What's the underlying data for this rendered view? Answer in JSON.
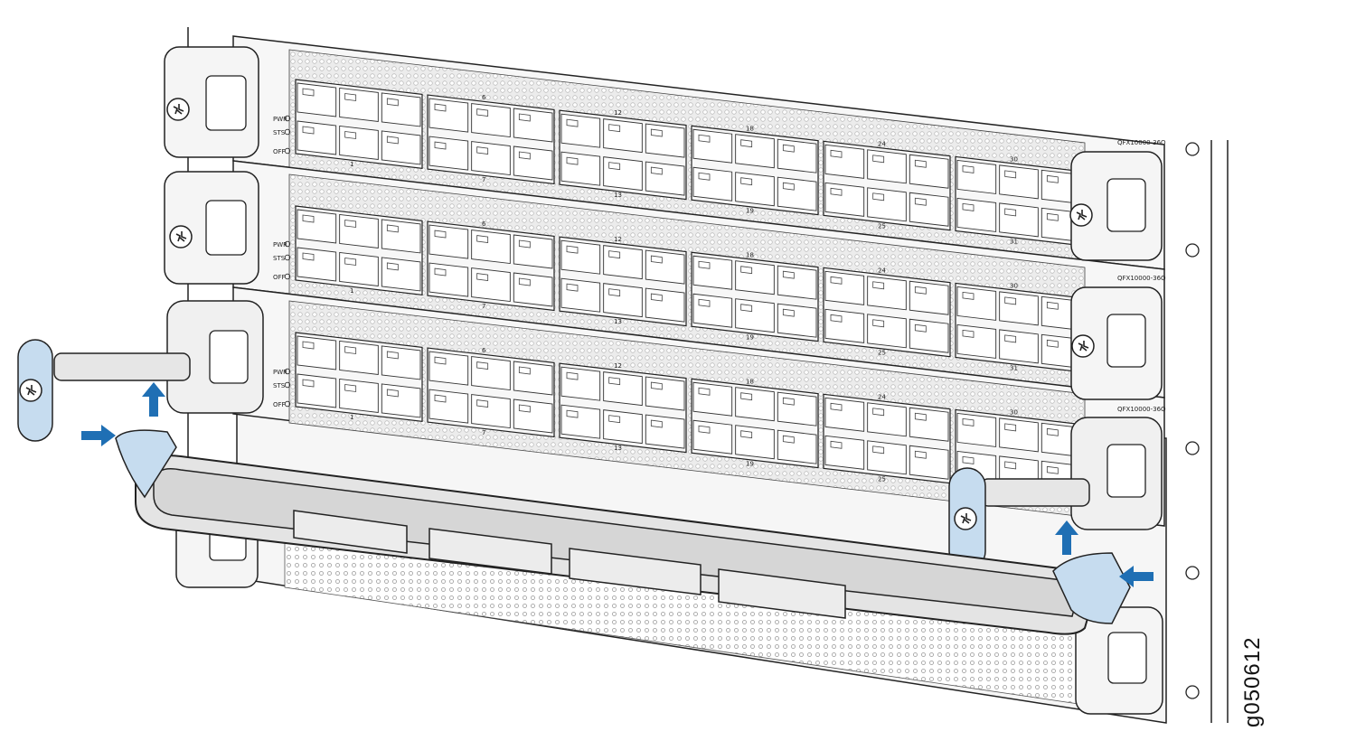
{
  "figure_id": "g050612",
  "modules": [
    {
      "model": "QFX10000-36Q",
      "leds": [
        "PWR",
        "STS",
        "OFF"
      ]
    },
    {
      "model": "QFX10000-36Q",
      "leds": [
        "PWR",
        "STS",
        "OFF"
      ]
    },
    {
      "model": "QFX10000-36Q",
      "leds": [
        "PWR",
        "STS",
        "OFF"
      ]
    }
  ],
  "port_labels_top": [
    "",
    "6",
    "12",
    "18",
    "24",
    "30"
  ],
  "port_labels_bottom": [
    "1",
    "7",
    "13",
    "19",
    "25",
    "31"
  ],
  "colors": {
    "accent_blue": "#1f6fb4",
    "latch_blue": "#c6dcef",
    "line": "#222222",
    "panel": "#f4f4f4",
    "mesh": "#d9d9d9"
  },
  "icons": [
    "captive-screw-icon",
    "insert-arrow-icon",
    "lift-arrow-icon"
  ]
}
